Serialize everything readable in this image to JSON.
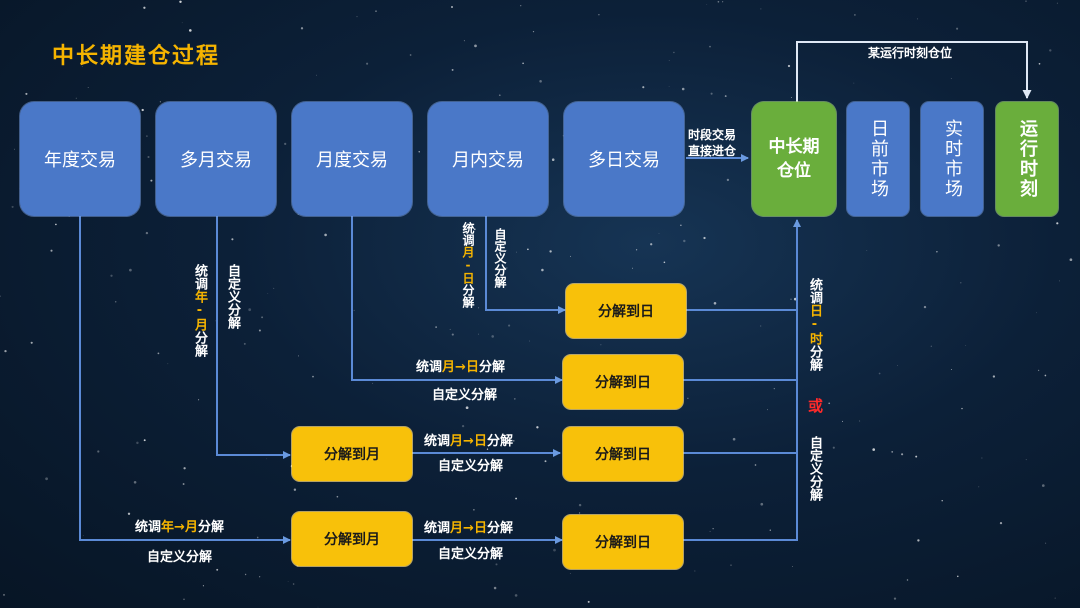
{
  "title": "中长期建仓过程",
  "trading": {
    "annual": "年度交易",
    "multi_month": "多月交易",
    "monthly": "月度交易",
    "intra_month": "月内交易",
    "multi_day": "多日交易"
  },
  "position": "中长期仓位",
  "markets": {
    "day_ahead": "日前市场",
    "real_time": "实时市场",
    "run_time": "运行时刻"
  },
  "top_label": "某运行时刻仓位",
  "period_label_1": "时段交易",
  "period_label_2": "直接进仓",
  "decompose": {
    "to_day": "分解到日",
    "to_month": "分解到月"
  },
  "labels": {
    "custom": "自定义分解",
    "unified_prefix": "统调",
    "year_char": "年",
    "month_char": "月",
    "day_char": "日",
    "hour_char": "时",
    "arrow": "→",
    "decompose_suffix": "分解",
    "or": "或"
  }
}
